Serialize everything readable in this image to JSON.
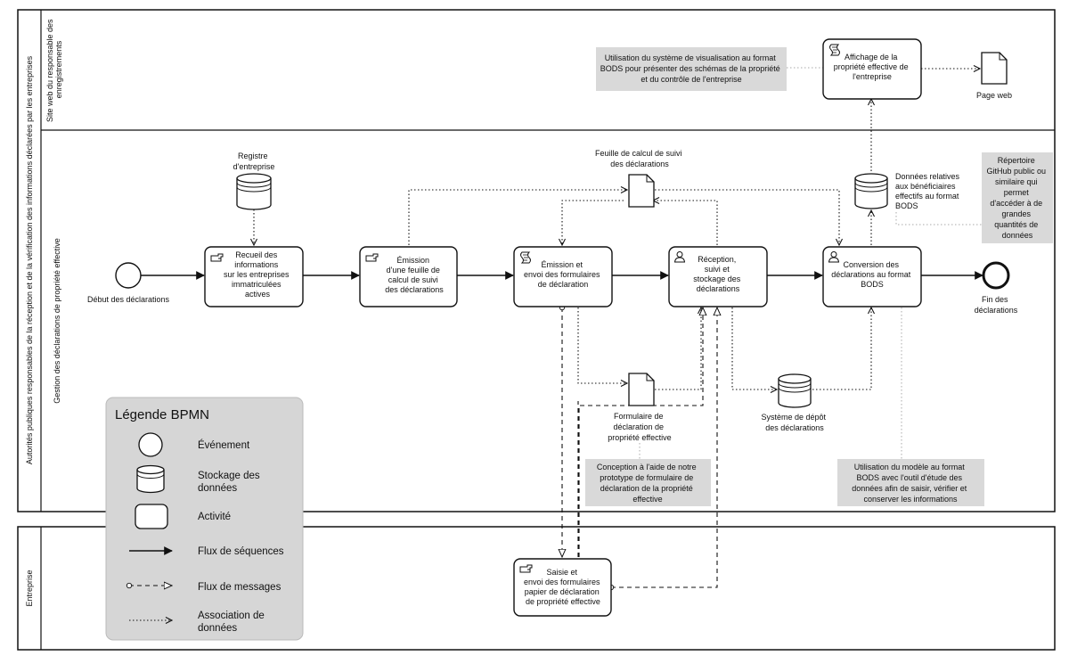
{
  "pool_main": {
    "title": "Autorités publiques responsables de la réception et de la vérification des informations déclarées par les entreprises",
    "lane_top": [
      "Site web du responsable des",
      "enregistrements"
    ],
    "lane_bottom": "Gestion des déclarations de propriété effective"
  },
  "pool_company": {
    "title": "Entreprise"
  },
  "events": {
    "start": "Début des déclarations",
    "end": [
      "Fin des",
      "déclarations"
    ]
  },
  "tasks": {
    "collect": [
      "Recueil des",
      "informations",
      "sur les entreprises",
      "immatriculées",
      "actives"
    ],
    "issue_sheet": [
      "Émission",
      "d'une feuille de",
      "calcul de suivi",
      "des déclarations"
    ],
    "issue_forms": [
      "Émission et",
      "envoi des formulaires",
      "de déclaration"
    ],
    "receive": [
      "Réception,",
      "suivi et",
      "stockage des",
      "déclarations"
    ],
    "convert": [
      "Conversion des",
      "déclarations au format",
      "BODS"
    ],
    "display": [
      "Affichage de la",
      "propriété effective de",
      "l'entreprise"
    ],
    "fill_forms": [
      "Saisie et",
      "envoi des formulaires",
      "papier de déclaration",
      "de propriété effective"
    ]
  },
  "data_objects": {
    "register": [
      "Registre",
      "d'entreprise"
    ],
    "tracking_sheet": [
      "Feuille de calcul de suivi",
      "des déclarations"
    ],
    "form": [
      "Formulaire de",
      "déclaration de",
      "propriété effective"
    ],
    "deposit_system": [
      "Système de dépôt",
      "des déclarations"
    ],
    "bo_data": [
      "Données relatives",
      "aux bénéficiaires",
      "effectifs au format",
      "BODS"
    ],
    "web_page": "Page web"
  },
  "annotations": {
    "visualisation": [
      "Utilisation du système de visualisation au format",
      "BODS pour présenter des schémas de la propriété",
      "et du contrôle de l'entreprise"
    ],
    "github": [
      "Répertoire",
      "GitHub public ou",
      "similaire qui",
      "permet",
      "d'accéder à de",
      "grandes",
      "quantités de",
      "données"
    ],
    "prototype": [
      "Conception à l'aide de notre",
      "prototype de formulaire de",
      "déclaration de la propriété",
      "effective"
    ],
    "model": [
      "Utilisation du modèle au format",
      "BODS avec l'outil d'étude des",
      "données afin de saisir, vérifier et",
      "conserver les informations"
    ]
  },
  "legend": {
    "title": "Légende BPMN",
    "items": [
      [
        "Événement"
      ],
      [
        "Stockage des",
        "données"
      ],
      [
        "Activité"
      ],
      [
        "Flux de séquences"
      ],
      [
        "Flux de messages"
      ],
      [
        "Association de",
        "données"
      ]
    ]
  },
  "colors": {
    "annotation_bg": "#d9d9d9",
    "legend_bg": "#d6d6d6",
    "stroke": "#111111"
  }
}
